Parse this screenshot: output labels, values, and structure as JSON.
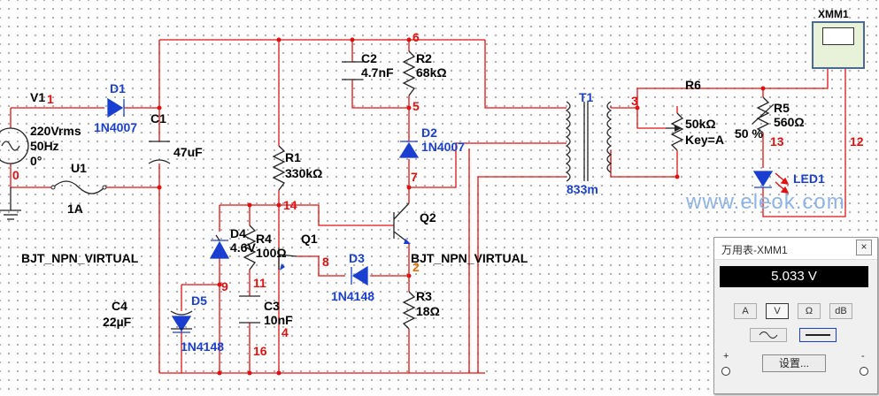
{
  "components": {
    "V1": {
      "name": "V1",
      "line1": "220Vrms",
      "line2": "50Hz",
      "line3": "0°"
    },
    "D1": {
      "name": "D1",
      "part": "1N4007"
    },
    "C1": {
      "name": "C1",
      "value": "47uF"
    },
    "U1": {
      "name": "U1",
      "value": "1A"
    },
    "C2": {
      "name": "C2",
      "value": "4.7nF"
    },
    "R2": {
      "name": "R2",
      "value": "68kΩ"
    },
    "D2": {
      "name": "D2",
      "part": "1N4007"
    },
    "R1": {
      "name": "R1",
      "value": "330kΩ"
    },
    "D4": {
      "name": "D4",
      "value": "4.6V"
    },
    "R4": {
      "name": "R4",
      "value": "100Ω"
    },
    "Q1": {
      "name": "Q1",
      "model": "BJT_NPN_VIRTUAL"
    },
    "Q2": {
      "name": "Q2",
      "model": "BJT_NPN_VIRTUAL"
    },
    "D3": {
      "name": "D3",
      "part": "1N4148"
    },
    "D5": {
      "name": "D5",
      "part": "1N4148"
    },
    "C3": {
      "name": "C3",
      "value": "10nF"
    },
    "C4": {
      "name": "C4",
      "value": "22µF"
    },
    "R3": {
      "name": "R3",
      "value": "18Ω"
    },
    "T1": {
      "name": "T1",
      "value": "833m"
    },
    "R6": {
      "name": "R6",
      "value": "50kΩ",
      "key": "Key=A",
      "percent": "50 %"
    },
    "R5": {
      "name": "R5",
      "value": "560Ω"
    },
    "LED1": {
      "name": "LED1"
    },
    "XMM1": {
      "name": "XMM1"
    }
  },
  "nodes": [
    "1",
    "0",
    "6",
    "5",
    "7",
    "14",
    "8",
    "2",
    "9",
    "11",
    "4",
    "16",
    "3",
    "13",
    "12"
  ],
  "watermark": "www.eleok.com",
  "multimeter": {
    "title": "万用表-XMM1",
    "close": "×",
    "reading": "5.033 V",
    "modes": [
      "A",
      "V",
      "Ω",
      "dB"
    ],
    "selected_mode": "V",
    "waveforms": [
      "ac-wave-icon",
      "dc-line-icon"
    ],
    "selected_waveform": "dc-line-icon",
    "settings_label": "设置...",
    "plus": "+",
    "minus": "-"
  },
  "colors": {
    "wire": "#e01010",
    "blue_label": "#1a3fd0",
    "node_red": "#e01010",
    "led_arrow": "#e01010"
  }
}
